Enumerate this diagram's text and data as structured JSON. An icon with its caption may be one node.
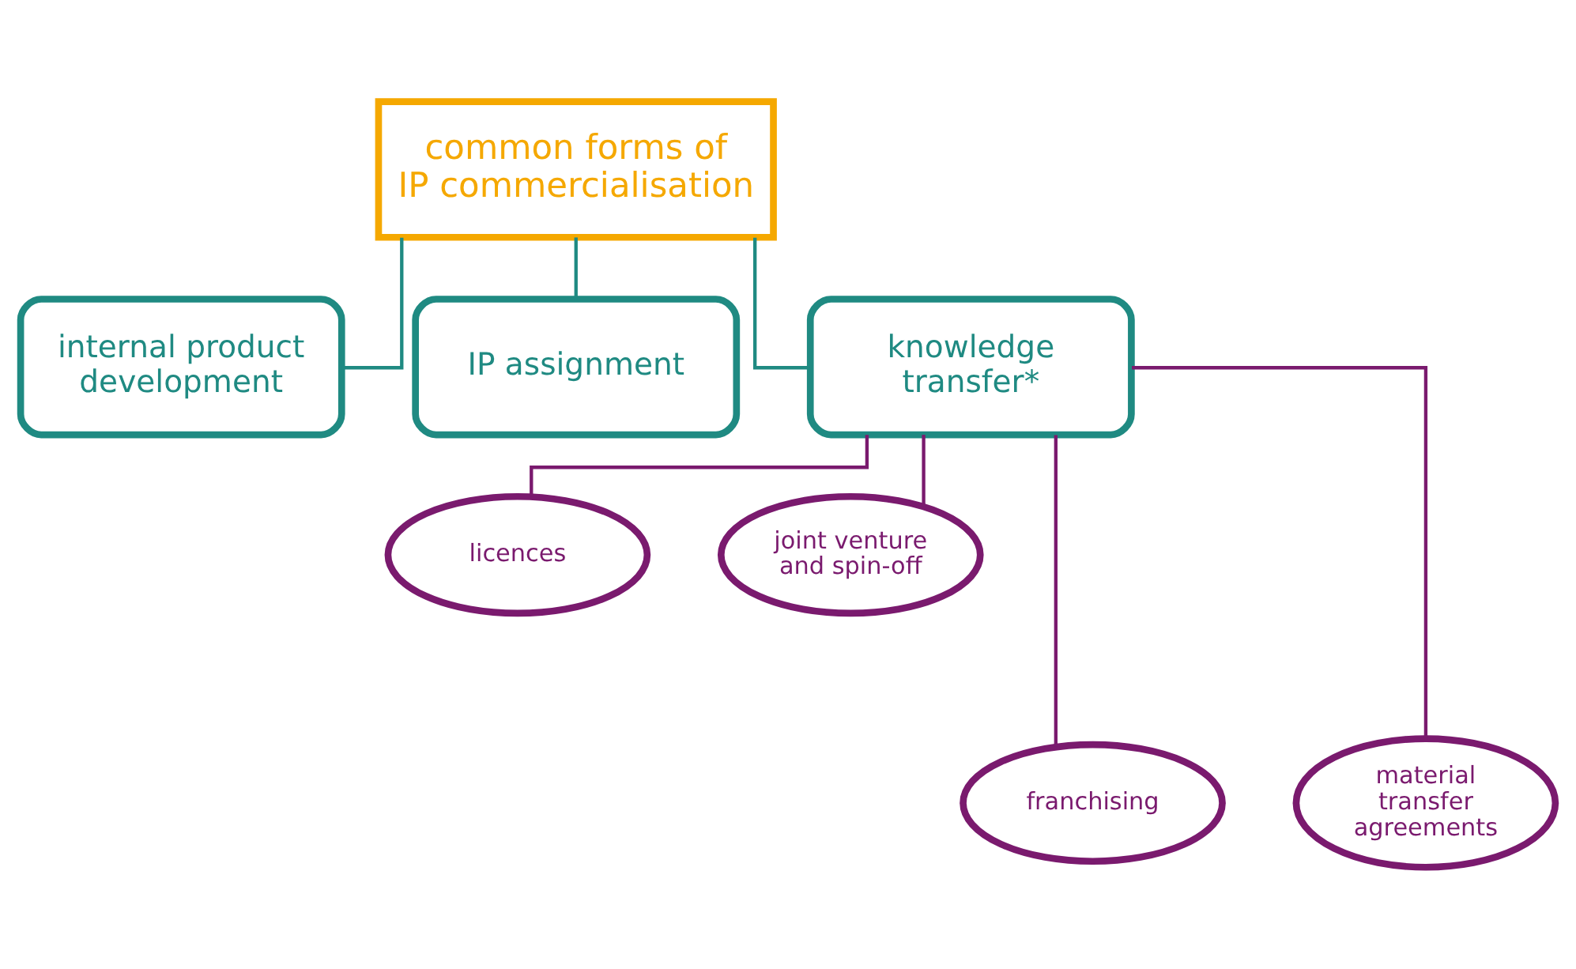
{
  "diagram": {
    "nodes": [
      {
        "text": [
          "common forms of IP commercialisation"
        ]
      },
      {
        "text": [
          "internal product development"
        ]
      },
      {
        "text": [
          "IP assignment"
        ]
      },
      {
        "text": [
          "knowledge transfer*"
        ]
      },
      {
        "text": [
          "licences"
        ]
      },
      {
        "text": [
          "joint venture and spin-off"
        ]
      },
      {
        "text": [
          "franchising"
        ]
      },
      {
        "text": [
          "material transfer agreements"
        ]
      }
    ],
    "edges": [
      {
        "from": 0,
        "to": 1,
        "arrow": "none",
        "color": "#1f8a82"
      },
      {
        "from": 0,
        "to": 2,
        "arrow": "none",
        "color": "#1f8a82"
      },
      {
        "from": 0,
        "to": 3,
        "arrow": "none",
        "color": "#1f8a82"
      },
      {
        "from": 3,
        "to": 4,
        "arrow": "none"
      },
      {
        "from": 3,
        "to": 5,
        "arrow": "none"
      },
      {
        "from": 3,
        "to": 6,
        "arrow": "none"
      },
      {
        "from": 3,
        "to": 7,
        "arrow": "none"
      }
    ]
  }
}
